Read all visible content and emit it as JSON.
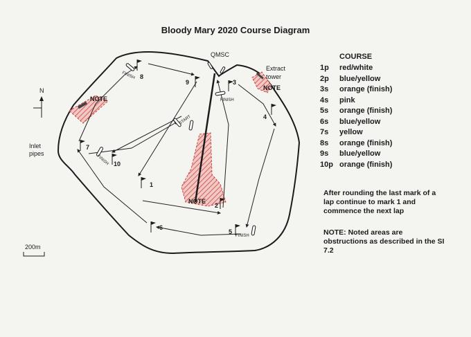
{
  "title": "Bloody Mary 2020 Course Diagram",
  "map": {
    "north": "N",
    "inlet": [
      "Inlet",
      "pipes"
    ],
    "qmsc": "QMSC",
    "extract": [
      "Extract",
      "tower"
    ],
    "scale": "200m",
    "note_label": "NOTE",
    "finish_label": "FINISH",
    "start_label": "START",
    "marks": [
      "1",
      "2",
      "3",
      "4",
      "5",
      "6",
      "7",
      "8",
      "9",
      "10"
    ]
  },
  "course": {
    "heading": "COURSE",
    "rows": [
      {
        "code": "1p",
        "desc": "red/white"
      },
      {
        "code": "2p",
        "desc": "blue/yellow"
      },
      {
        "code": "3s",
        "desc": "orange  (finish)"
      },
      {
        "code": "4s",
        "desc": "pink"
      },
      {
        "code": "5s",
        "desc": "orange  (finish)"
      },
      {
        "code": "6s",
        "desc": "blue/yellow"
      },
      {
        "code": "7s",
        "desc": "yellow"
      },
      {
        "code": "8s",
        "desc": "orange  (finish)"
      },
      {
        "code": "9s",
        "desc": "blue/yellow"
      },
      {
        "code": "10p",
        "desc": "orange  (finish)"
      }
    ]
  },
  "instructions": {
    "lines": [
      "After rounding the last mark of a",
      "lap continue to mark 1 and",
      "commence the next lap"
    ]
  },
  "note": {
    "lines": [
      "NOTE:  Noted areas are",
      "obstructions as described in the SI",
      "7.2"
    ]
  }
}
